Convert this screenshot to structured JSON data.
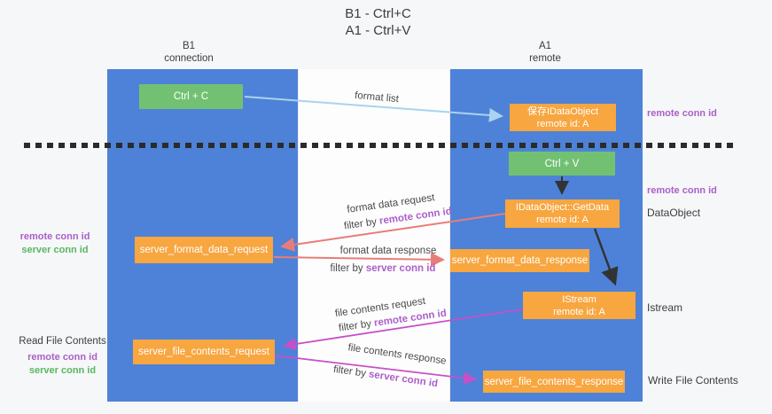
{
  "title": {
    "line1": "B1 - Ctrl+C",
    "line2": "A1 - Ctrl+V"
  },
  "lanes": {
    "b1": {
      "name": "B1",
      "role": "connection"
    },
    "a1": {
      "name": "A1",
      "role": "remote"
    }
  },
  "boxes": {
    "ctrl_c": {
      "label": "Ctrl + C"
    },
    "ctrl_v": {
      "label": "Ctrl + V"
    },
    "save_idataobject": {
      "line1": "保存IDataObject",
      "line2": "remote id: A"
    },
    "idataobject_getdata": {
      "line1": "IDataObject::GetData",
      "line2": "remote id: A"
    },
    "istream": {
      "line1": "IStream",
      "line2": "remote id: A"
    },
    "server_format_data_request": {
      "label": "server_format_data_request"
    },
    "server_format_data_response": {
      "label": "server_format_data_response"
    },
    "server_file_contents_request": {
      "label": "server_file_contents_request"
    },
    "server_file_contents_response": {
      "label": "server_file_contents_response"
    }
  },
  "flow_labels": {
    "format_list": "format list",
    "format_data_request": "format data request",
    "format_data_response": "format data response",
    "file_contents_request": "file contents request",
    "file_contents_response": "file contents response",
    "filter_by": "filter by",
    "remote_conn_id": "remote conn id",
    "server_conn_id": "server conn id"
  },
  "side_labels": {
    "remote_conn_id": "remote conn id",
    "server_conn_id": "server conn id",
    "dataobject": "DataObject",
    "istream": "Istream",
    "read_file_contents": "Read File Contents",
    "write_file_contents": "Write File Contents"
  },
  "colors": {
    "lane_blue": "#4d82d8",
    "box_orange": "#f7a640",
    "box_green": "#72c173",
    "arrow_blue": "#a9d3ee",
    "arrow_red": "#e87d78",
    "arrow_magenta": "#c84fc8",
    "arrow_black": "#333333",
    "text_purple": "#ab5fc9",
    "text_green": "#57b763"
  }
}
